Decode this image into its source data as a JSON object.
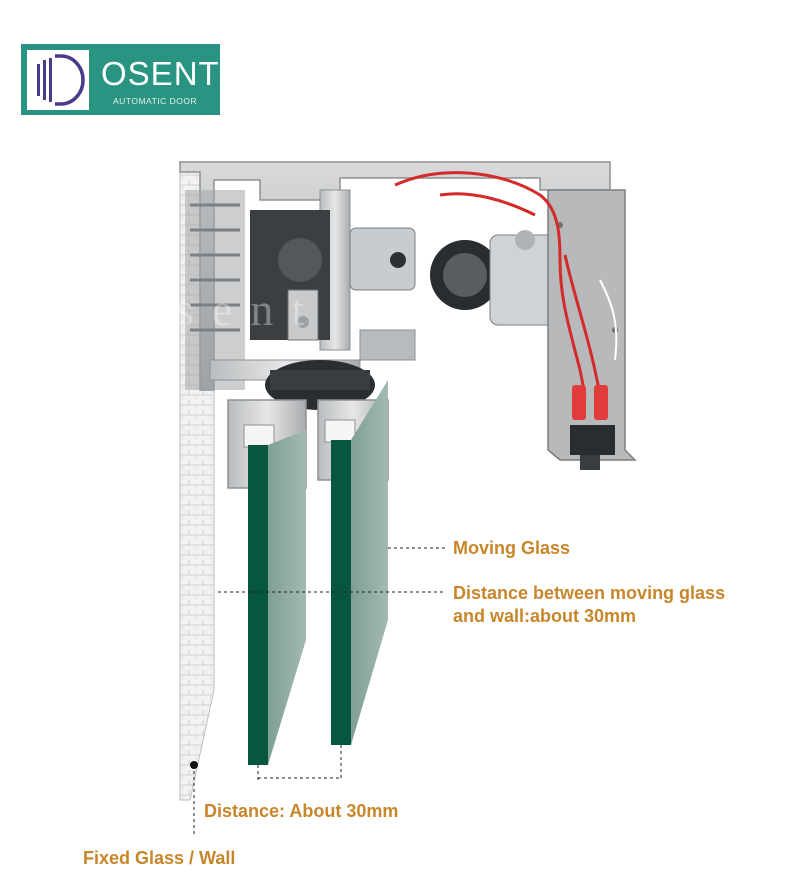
{
  "brand": {
    "name": "OSENT",
    "tagline": "AUTOMATIC DOOR",
    "color": "#2a9483"
  },
  "watermark": "osent",
  "labels": {
    "moving_glass": "Moving Glass",
    "wall_gap": "Distance between moving glass\nand wall:about 30mm",
    "glass_gap": "Distance: About 30mm",
    "fixed": "Fixed Glass / Wall"
  },
  "colors": {
    "label_text": "#c8862a",
    "glass": "#07563f",
    "glass_edge": "#8aa89e",
    "aluminum": "#c9cbcc",
    "wire": "#d42a2a"
  }
}
